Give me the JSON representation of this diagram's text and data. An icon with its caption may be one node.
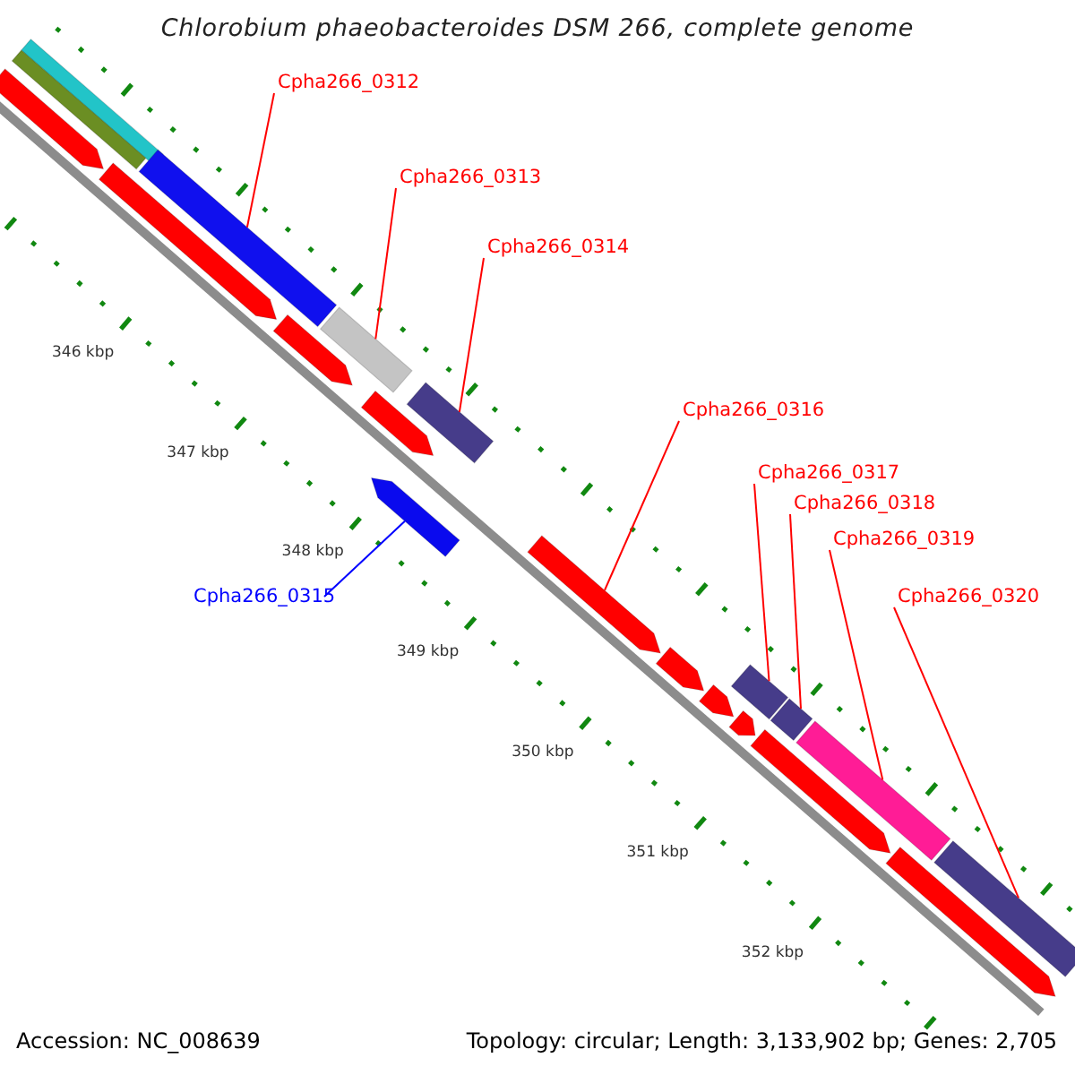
{
  "diagram": {
    "title": "Chlorobium phaeobacteroides DSM 266, complete genome",
    "nodes": [
      {
        "text": [
          "Cpha266_0312"
        ]
      },
      {
        "text": [
          "Cpha266_0313"
        ]
      },
      {
        "text": [
          "Cpha266_0314"
        ]
      },
      {
        "text": [
          "Cpha266_0315"
        ]
      },
      {
        "text": [
          "Cpha266_0316"
        ]
      },
      {
        "text": [
          "Cpha266_0317"
        ]
      },
      {
        "text": [
          "Cpha266_0318"
        ]
      },
      {
        "text": [
          "Cpha266_0319"
        ]
      },
      {
        "text": [
          "Cpha266_0320"
        ]
      },
      {
        "text": [],
        "shape": "bar"
      },
      {
        "text": [],
        "shape": "bar"
      },
      {
        "text": [],
        "shape": "arrow"
      },
      {
        "text": [],
        "shape": "bar"
      },
      {
        "text": [],
        "shape": "arrow"
      },
      {
        "text": [],
        "shape": "arrow"
      },
      {
        "text": [],
        "shape": "bar"
      },
      {
        "text": [],
        "shape": "arrow"
      },
      {
        "text": [],
        "shape": "bar"
      },
      {
        "text": [],
        "shape": "arrow"
      },
      {
        "text": [],
        "shape": "arrow"
      },
      {
        "text": [],
        "shape": "arrow"
      },
      {
        "text": [],
        "shape": "arrow"
      },
      {
        "text": [],
        "shape": "bar"
      },
      {
        "text": [],
        "shape": "arrow"
      },
      {
        "text": [],
        "shape": "bar"
      },
      {
        "text": [],
        "shape": "bar"
      },
      {
        "text": [],
        "shape": "arrow"
      },
      {
        "text": [],
        "shape": "bar"
      },
      {
        "text": [],
        "shape": "arrow"
      }
    ],
    "edges": [
      {
        "from": 0,
        "to": 12,
        "arrow": "none"
      },
      {
        "from": 1,
        "to": 15,
        "arrow": "none"
      },
      {
        "from": 2,
        "to": 17,
        "arrow": "none"
      },
      {
        "from": 3,
        "to": 18,
        "arrow": "none",
        "color": "#0000ff"
      },
      {
        "from": 4,
        "to": 19,
        "arrow": "none"
      },
      {
        "from": 5,
        "to": 22,
        "arrow": "none"
      },
      {
        "from": 6,
        "to": 24,
        "arrow": "none"
      },
      {
        "from": 7,
        "to": 25,
        "arrow": "none"
      },
      {
        "from": 8,
        "to": 27,
        "arrow": "none"
      }
    ],
    "labels": [
      "346 kbp",
      "347 kbp",
      "348 kbp",
      "349 kbp",
      "350 kbp",
      "351 kbp",
      "352 kbp",
      "Accession: NC_008639",
      "Topology: circular; Length: 3,133,902 bp; Genes: 2,705"
    ]
  }
}
